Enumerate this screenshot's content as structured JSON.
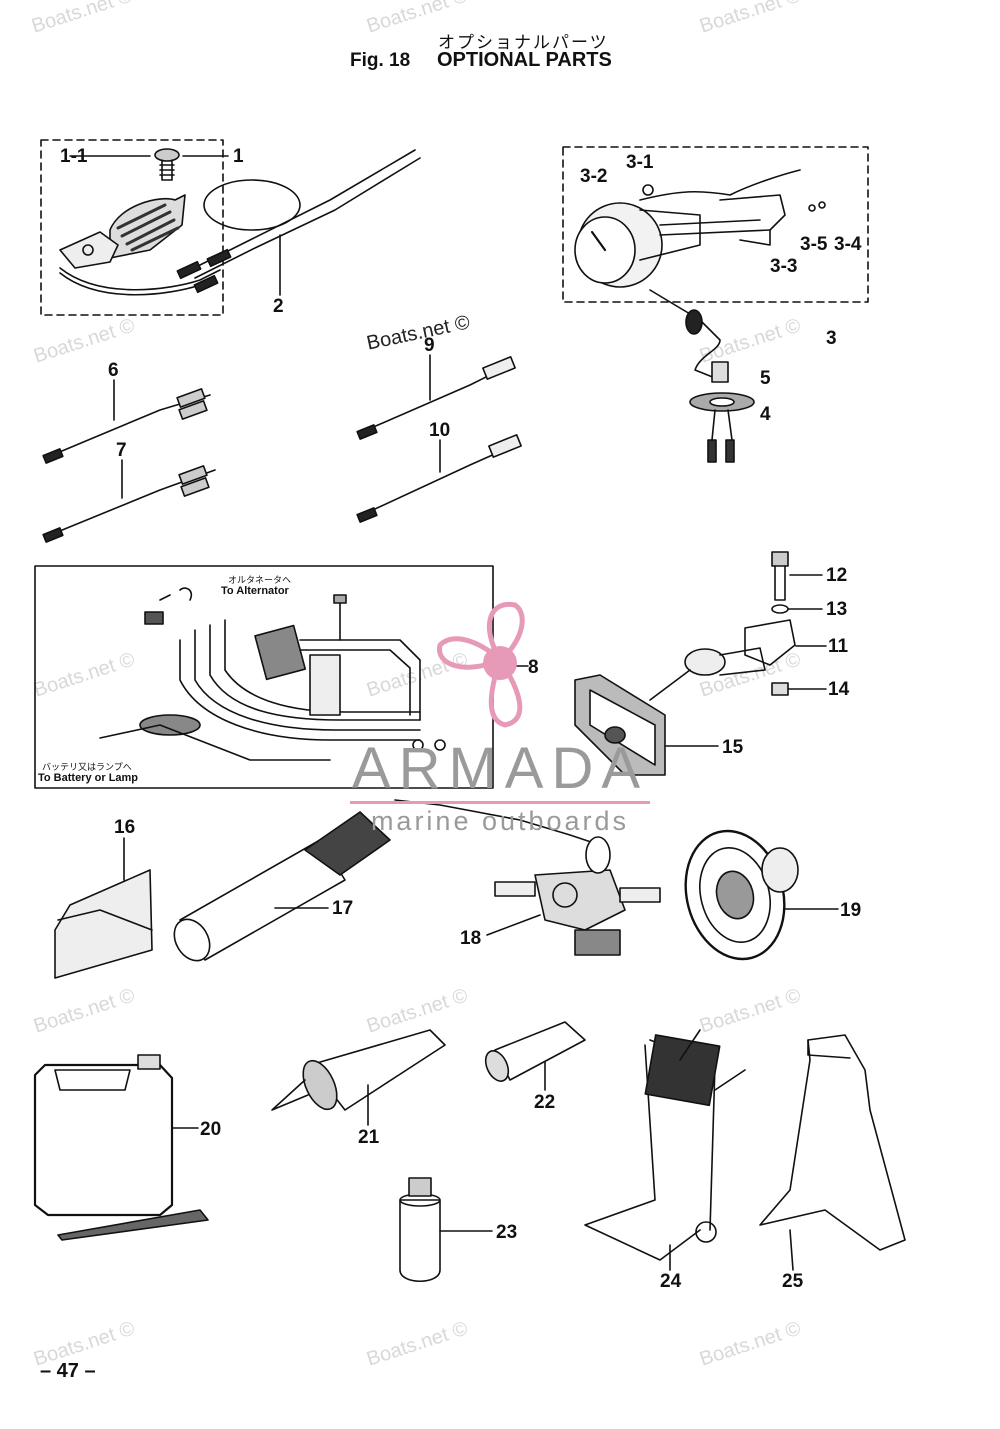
{
  "header": {
    "japanese_title": "オプショナルパーツ",
    "fig_label": "Fig. 18",
    "title": "OPTIONAL PARTS"
  },
  "watermarks": {
    "text": "Boats.net ©",
    "overlay_text": "Boats.net ©"
  },
  "brand": {
    "name": "ARMADA",
    "tagline": "marine outboards",
    "logo_color": "#e79ab8",
    "text_color": "#9a9a9a"
  },
  "callouts": {
    "c1_1": "1-1",
    "c1": "1",
    "c2": "2",
    "c3_1": "3-1",
    "c3_2": "3-2",
    "c3_3": "3-3",
    "c3_4": "3-4",
    "c3_5": "3-5",
    "c3": "3",
    "c4": "4",
    "c5": "5",
    "c6": "6",
    "c7": "7",
    "c8": "8",
    "c9": "9",
    "c10": "10",
    "c11": "11",
    "c12": "12",
    "c13": "13",
    "c14": "14",
    "c15": "15",
    "c16": "16",
    "c17": "17",
    "c18": "18",
    "c19": "19",
    "c20": "20",
    "c21": "21",
    "c22": "22",
    "c23": "23",
    "c24": "24",
    "c25": "25"
  },
  "box8_labels": {
    "alt_jp": "オルタネータヘ",
    "alt_en": "To Alternator",
    "bat_jp": "バッテリ又はランプへ",
    "bat_en": "To Battery or Lamp"
  },
  "footer": {
    "page_number": "– 47 –"
  }
}
